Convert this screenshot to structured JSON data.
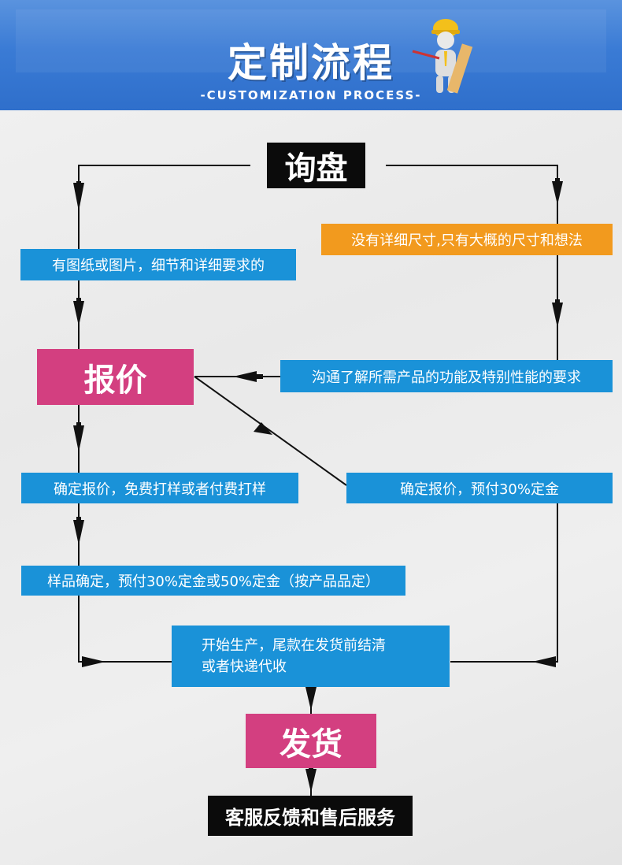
{
  "header": {
    "title": "定制流程",
    "subtitle": "-CUSTOMIZATION PROCESS-"
  },
  "steps": {
    "inquiry": "询盘",
    "with_drawings": "有图纸或图片，细节和详细要求的",
    "no_details": "没有详细尺寸,只有大概的尺寸和想法",
    "communicate": "沟通了解所需产品的功能及特别性能的要求",
    "quote": "报价",
    "confirm_sample": "确定报价，免费打样或者付费打样",
    "confirm_deposit": "确定报价，预付30%定金",
    "sample_confirmed": "样品确定，预付30%定金或50%定金（按产品品定）",
    "production_line1": "开始生产，尾款在发货前结清",
    "production_line2": "或者快递代收",
    "ship": "发货",
    "service": "客服反馈和售后服务"
  },
  "colors": {
    "header_blue": "#3a7bd5",
    "step_blue": "#1a92d8",
    "step_orange": "#f29a1e",
    "step_pink": "#d33f80",
    "step_black": "#0b0b0b"
  },
  "icons": [
    "worker-with-ruler-icon",
    "arrow-down-icon",
    "arrow-right-icon",
    "arrow-left-icon"
  ]
}
